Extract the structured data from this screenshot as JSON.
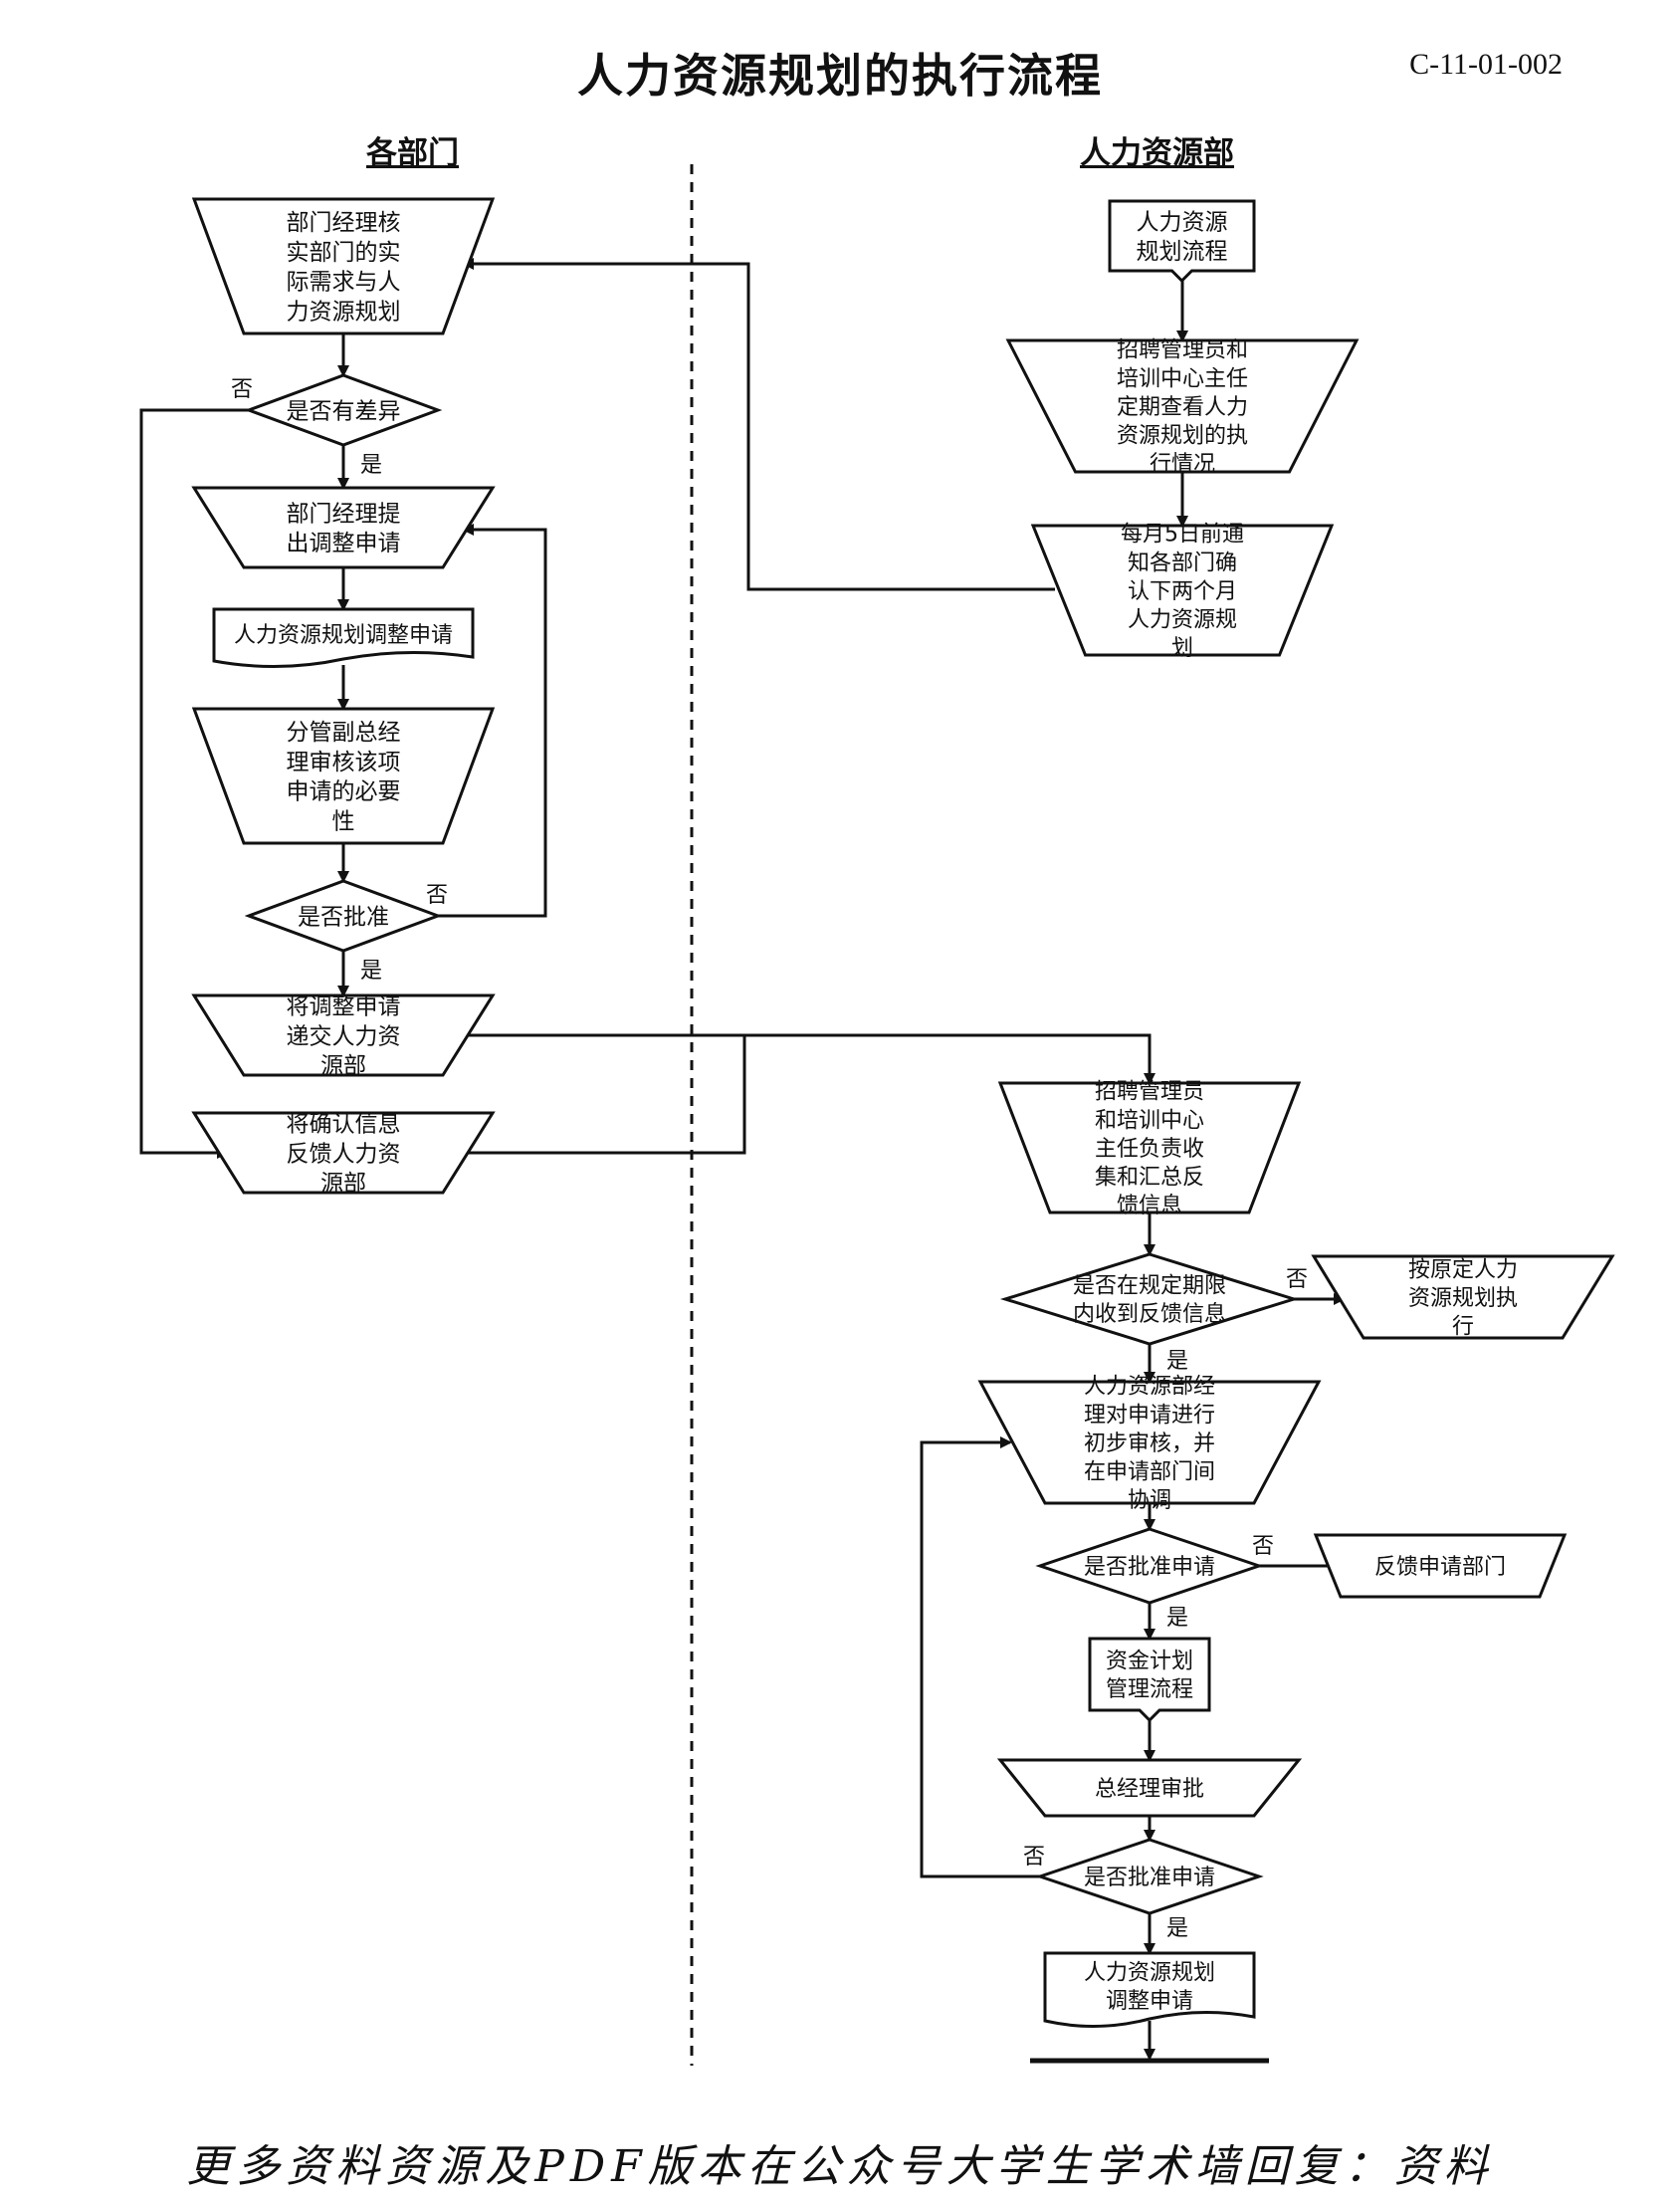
{
  "title": "人力资源规划的执行流程",
  "doc_code": "C-11-01-002",
  "lanes": {
    "left": "各部门",
    "right": "人力资源部"
  },
  "nodes": {
    "hr_start": "人力资源\n规划流程",
    "hr_review": "招聘管理员和\n培训中心主任\n定期查看人力\n资源规划的执\n行情况",
    "hr_notify": "每月5日前通\n知各部门确\n认下两个月\n人力资源规\n划",
    "dept_verify": "部门经理核\n实部门的实\n际需求与人\n力资源规划",
    "dec_diff": "是否有差异",
    "dept_apply": "部门经理提\n出调整申请",
    "doc_apply": "人力资源规划调整申请",
    "vp_review": "分管副总经\n理审核该项\n申请的必要\n性",
    "dec_approve1": "是否批准",
    "submit_hr": "将调整申请\n递交人力资\n源部",
    "feedback_hr": "将确认信息\n反馈人力资\n源部",
    "hr_collect": "招聘管理员\n和培训中心\n主任负责收\n集和汇总反\n馈信息",
    "dec_intime": "是否在规定期限\n内收到反馈信息",
    "follow_plan": "按原定人力\n资源规划执\n行",
    "hr_mgr_review": "人力资源部经\n理对申请进行\n初步审核，并\n在申请部门间\n协调",
    "dec_approve2": "是否批准申请",
    "feedback_dept": "反馈申请部门",
    "fund_plan": "资金计划\n管理流程",
    "gm_approve": "总经理审批",
    "dec_approve3": "是否批准申请",
    "doc_final": "人力资源规划\n调整申请"
  },
  "edge_labels": {
    "yes": "是",
    "no": "否"
  },
  "footer": "更多资料资源及PDF版本在公众号大学生学术墙回复：资料"
}
